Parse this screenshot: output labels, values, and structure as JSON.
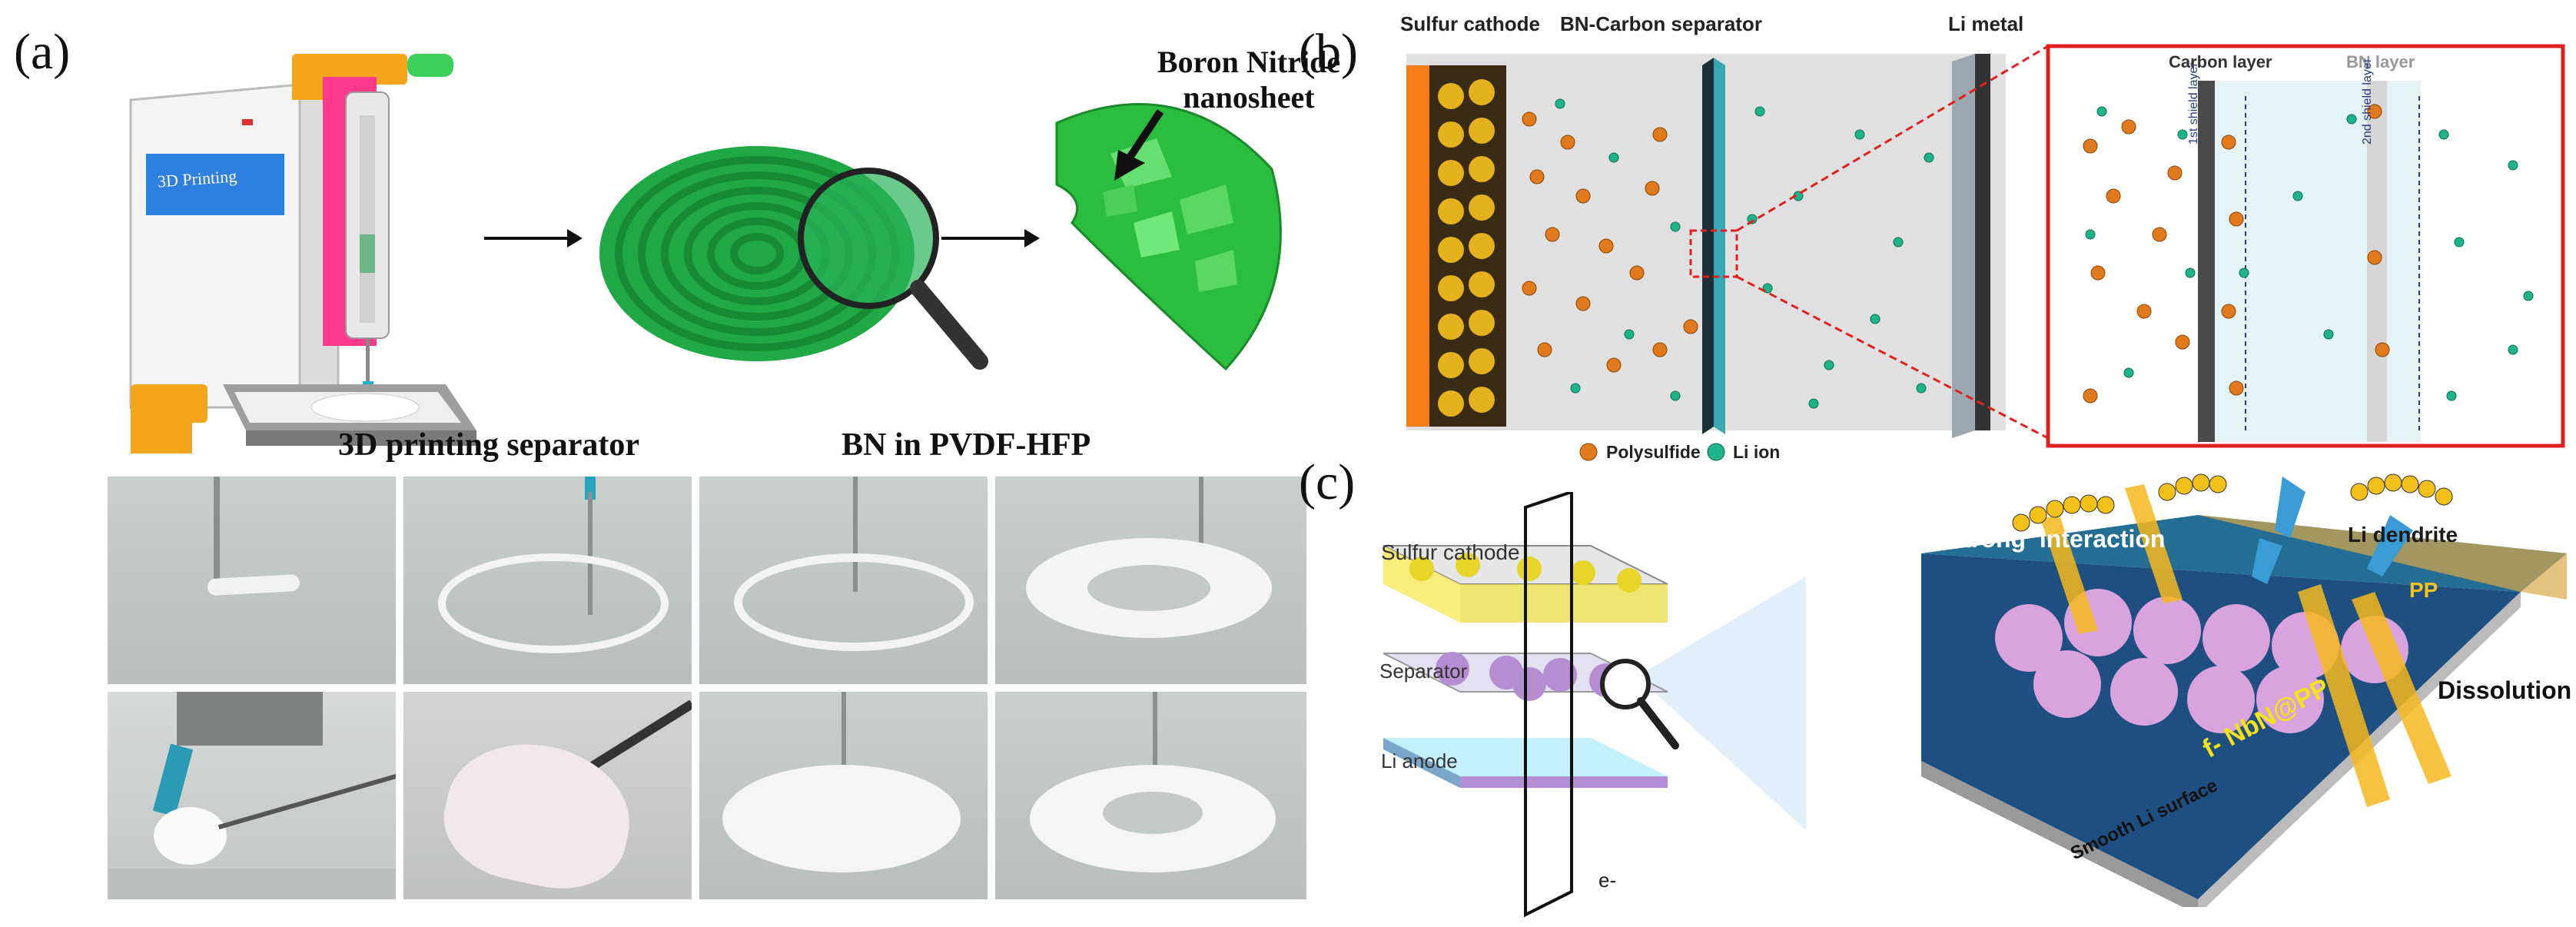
{
  "panel_a": {
    "letter": "(a)",
    "printer_label": "3D Printing",
    "nanosheet_label_line1": "Boron Nitride",
    "nanosheet_label_line2": "nanosheet",
    "caption_left": "3D printing separator",
    "caption_right": "BN in PVDF-HFP"
  },
  "panel_b": {
    "letter": "(b)",
    "sulfur_cathode": "Sulfur cathode",
    "separator": "BN-Carbon separator",
    "li_metal": "Li metal",
    "carbon_layer": "Carbon layer",
    "bn_layer": "BN layer",
    "shield1": "1st shield layer",
    "shield2": "2nd shield layer",
    "legend_polysulfide": "Polysulfide",
    "legend_li_ion": "Li ion",
    "colors": {
      "polysulfide": "#e07a1c",
      "li_ion": "#1fb38a",
      "zoom_border": "#e02020"
    }
  },
  "panel_c": {
    "letter": "(c)",
    "sulfur_cathode": "Sulfur cathode",
    "separator": "Separator",
    "li_anode": "Li anode",
    "electron": "e-",
    "strong_interaction": "Strong  interaction",
    "li_dendrite": "Li dendrite",
    "pp": "PP",
    "dissolution": "Dissolution",
    "f_nbn": "f- NbN@PP",
    "smooth_li": "Smooth Li surface"
  }
}
